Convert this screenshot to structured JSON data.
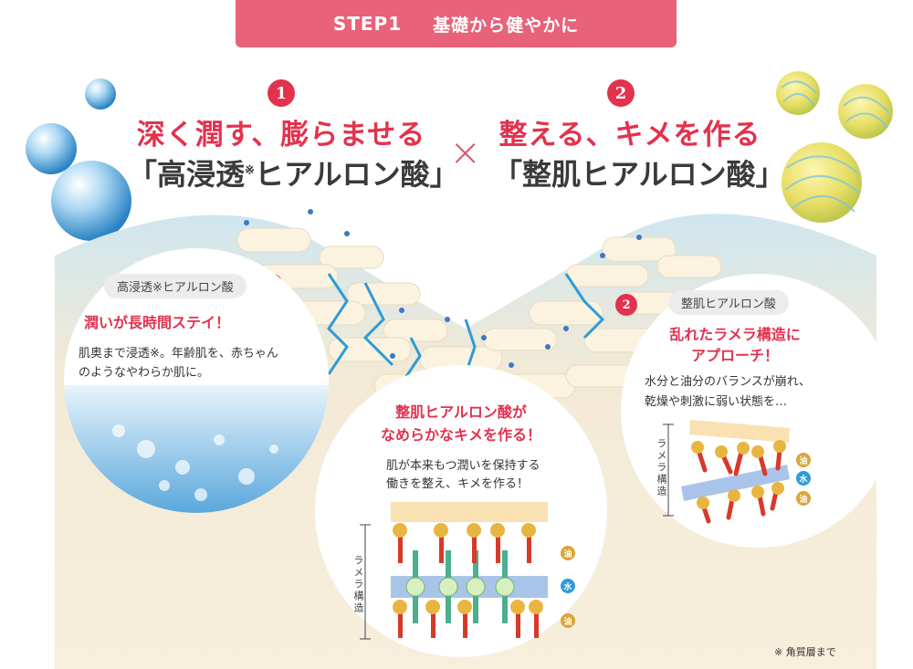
{
  "banner": {
    "step": "STEP1",
    "subtitle": "基礎から健やかに"
  },
  "left_feature": {
    "number": "1",
    "headline": "深く潤す、膨らませる",
    "product": "「高浸透",
    "product_mark": "※",
    "product_tail": "ヒアルロン酸」"
  },
  "times_symbol": "×",
  "right_feature": {
    "number": "2",
    "headline": "整える、キメを作る",
    "product": "「整肌ヒアルロン酸」"
  },
  "callout_markers": [
    "1",
    "2"
  ],
  "left_panel": {
    "tag": "高浸透※ヒアルロン酸",
    "heading": "潤いが長時間ステイ！",
    "body_line1": "肌奥まで浸透※。年齢肌を、赤ちゃん",
    "body_line2": "のようなやわらか肌に。"
  },
  "center_panel": {
    "heading_line1": "整肌ヒアルロン酸が",
    "heading_line2": "なめらかなキメを作る！",
    "body_line1": "肌が本来もつ潤いを保持する",
    "body_line2": "働きを整え、キメを作る！",
    "lamella_label": "ラメラ構造",
    "legend": [
      "油",
      "水",
      "油"
    ]
  },
  "right_panel": {
    "tag": "整肌ヒアルロン酸",
    "heading_line1": "乱れたラメラ構造に",
    "heading_line2": "アプローチ！",
    "body_line1": "水分と油分のバランスが崩れ、",
    "body_line2": "乾燥や刺激に弱い状態を…",
    "lamella_label": "ラメラ構造",
    "legend": [
      "油",
      "水",
      "油"
    ]
  },
  "footnote": "※ 角質層まで",
  "colors": {
    "accent": "#e2324e",
    "banner": "#e8627a",
    "skin": "#f7eedc",
    "water": "#2f9bd8",
    "oil": "#d9a63a"
  }
}
